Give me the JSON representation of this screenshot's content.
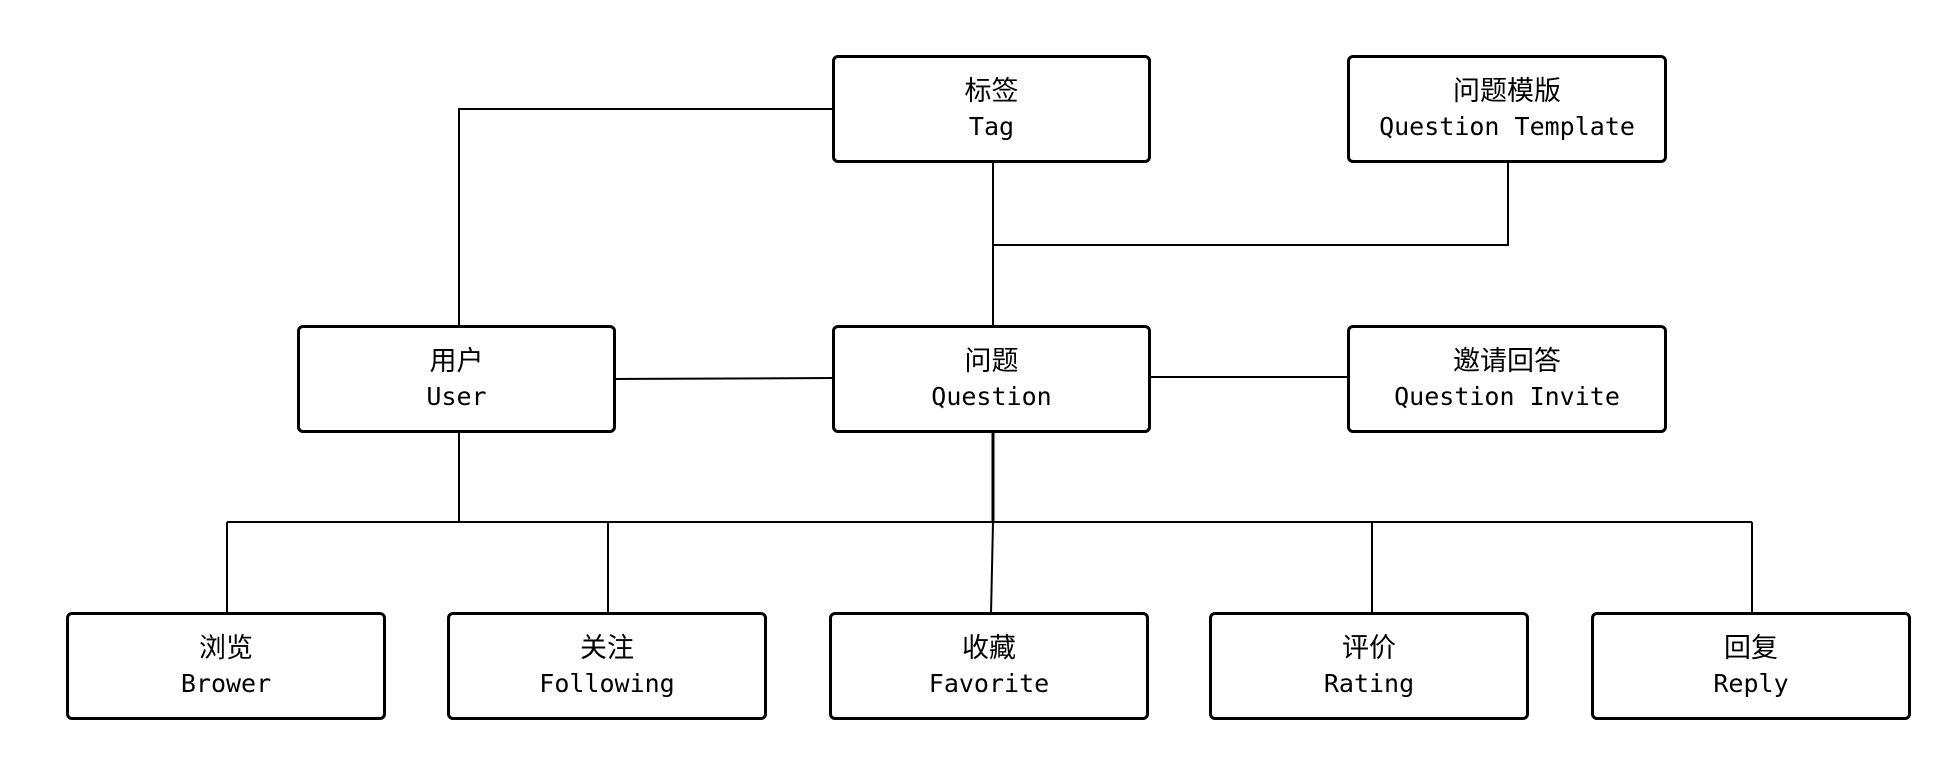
{
  "nodes": {
    "tag": {
      "zh": "标签",
      "en": "Tag"
    },
    "question_template": {
      "zh": "问题模版",
      "en": "Question Template"
    },
    "user": {
      "zh": "用户",
      "en": "User"
    },
    "question": {
      "zh": "问题",
      "en": "Question"
    },
    "question_invite": {
      "zh": "邀请回答",
      "en": "Question Invite"
    },
    "browse": {
      "zh": "浏览",
      "en": "Brower"
    },
    "following": {
      "zh": "关注",
      "en": "Following"
    },
    "favorite": {
      "zh": "收藏",
      "en": "Favorite"
    },
    "rating": {
      "zh": "评价",
      "en": "Rating"
    },
    "reply": {
      "zh": "回复",
      "en": "Reply"
    }
  },
  "edges": [
    {
      "from": "tag",
      "to": "user"
    },
    {
      "from": "tag",
      "to": "question"
    },
    {
      "from": "question_template",
      "to": "question"
    },
    {
      "from": "user",
      "to": "question"
    },
    {
      "from": "question",
      "to": "question_invite"
    },
    {
      "from": "user",
      "to": "browse"
    },
    {
      "from": "user",
      "to": "following"
    },
    {
      "from": "question",
      "to": "favorite"
    },
    {
      "from": "question",
      "to": "rating"
    },
    {
      "from": "question",
      "to": "reply"
    }
  ]
}
